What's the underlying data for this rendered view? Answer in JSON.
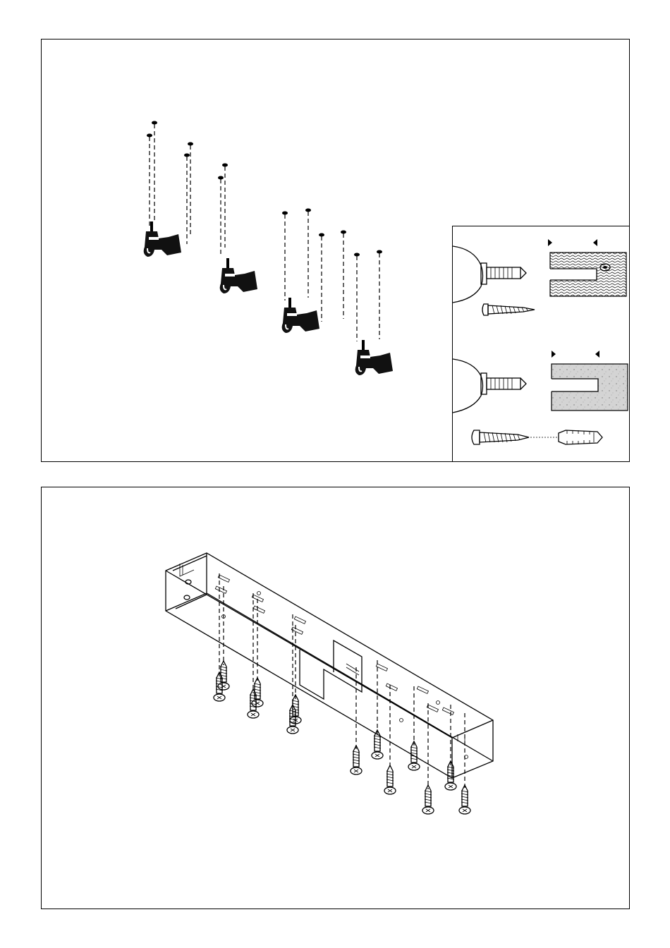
{
  "diagram": {
    "steps": [
      {
        "id": "drill-holes-step",
        "drills": 4
      },
      {
        "id": "mount-housing-step",
        "screws": 13
      }
    ],
    "inset": {
      "rows": [
        {
          "material": "wood",
          "fastener": "wood-screw"
        },
        {
          "material": "concrete",
          "fastener": "screw-with-wall-plug"
        }
      ]
    },
    "icons": [
      "drill-icon",
      "screw-icon",
      "wall-plug-icon",
      "depth-marker-icon"
    ]
  }
}
